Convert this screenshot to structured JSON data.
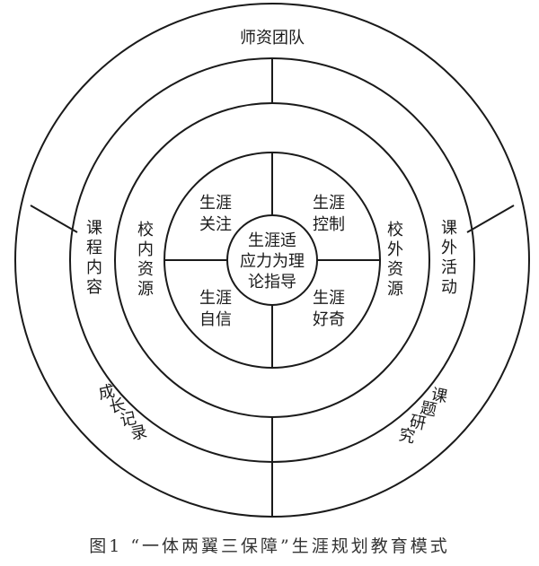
{
  "outer_ring": {
    "top": "师资团队",
    "left": "课程内容",
    "right": "课外活动",
    "bottom_left": "成长记录",
    "bottom_right": "课题研究"
  },
  "middle_ring": {
    "left": "校内资源",
    "right": "校外资源"
  },
  "inner_quadrants": {
    "top_left": "生涯关注",
    "top_right": "生涯控制",
    "bottom_left": "生涯自信",
    "bottom_right": "生涯好奇"
  },
  "core": {
    "lines": [
      "生涯适",
      "应力为理",
      "论指导"
    ]
  },
  "caption": "图1 “一体两翼三保障”生涯规划教育模式"
}
